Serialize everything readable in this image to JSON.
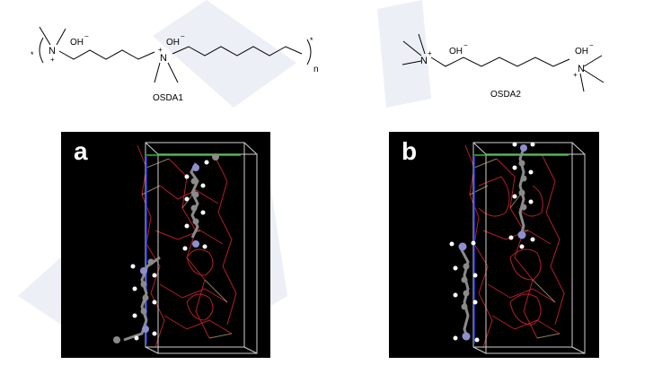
{
  "osda1": {
    "name": "OSDA1",
    "hydroxide_left": "OH",
    "hydroxide_right": "OH",
    "charge_minus": "−",
    "charge_plus": "+",
    "nitrogen": "N",
    "repeat_subscript": "n",
    "end_marker": "*"
  },
  "osda2": {
    "name": "OSDA2",
    "hydroxide_left": "OH",
    "hydroxide_right": "OH",
    "charge_minus": "−",
    "charge_plus": "+",
    "nitrogen": "N"
  },
  "panels": [
    {
      "label": "a"
    },
    {
      "label": "b"
    }
  ],
  "colors": {
    "background": "#000000",
    "framework_bond": "#c8222a",
    "framework_silicon": "#c8b27a",
    "cell_edge": "#cfcfcf",
    "axis_x": "#22c522",
    "axis_y": "#2233dd",
    "carbon": "#8a8a8a",
    "hydrogen": "#ffffff",
    "nitrogen": "#8f8fd0",
    "watermark": "#e8ebf2"
  }
}
